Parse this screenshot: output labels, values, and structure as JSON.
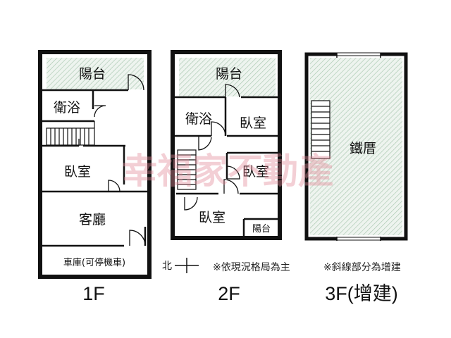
{
  "floors": [
    {
      "label": "1F",
      "rooms": {
        "balcony": "陽台",
        "bath": "衛浴",
        "bedroom": "臥室",
        "living": "客廳",
        "garage": "車庫(可停機車)"
      }
    },
    {
      "label": "2F",
      "rooms": {
        "balcony": "陽台",
        "bath": "衛浴",
        "bedroom1": "臥室",
        "bedroom2": "臥室",
        "bedroom3": "臥室",
        "balcony_small": "陽台"
      }
    },
    {
      "label": "3F(增建)",
      "rooms": {
        "roof": "鐵厝"
      }
    }
  ],
  "compass": {
    "north": "北"
  },
  "notes": [
    "※依現況格局為主",
    "※斜線部分為增建"
  ],
  "watermark": "幸福家不動產",
  "colors": {
    "wall": "#111111",
    "hatch_green": "#a9c8b0",
    "watermark": "#e48796"
  }
}
